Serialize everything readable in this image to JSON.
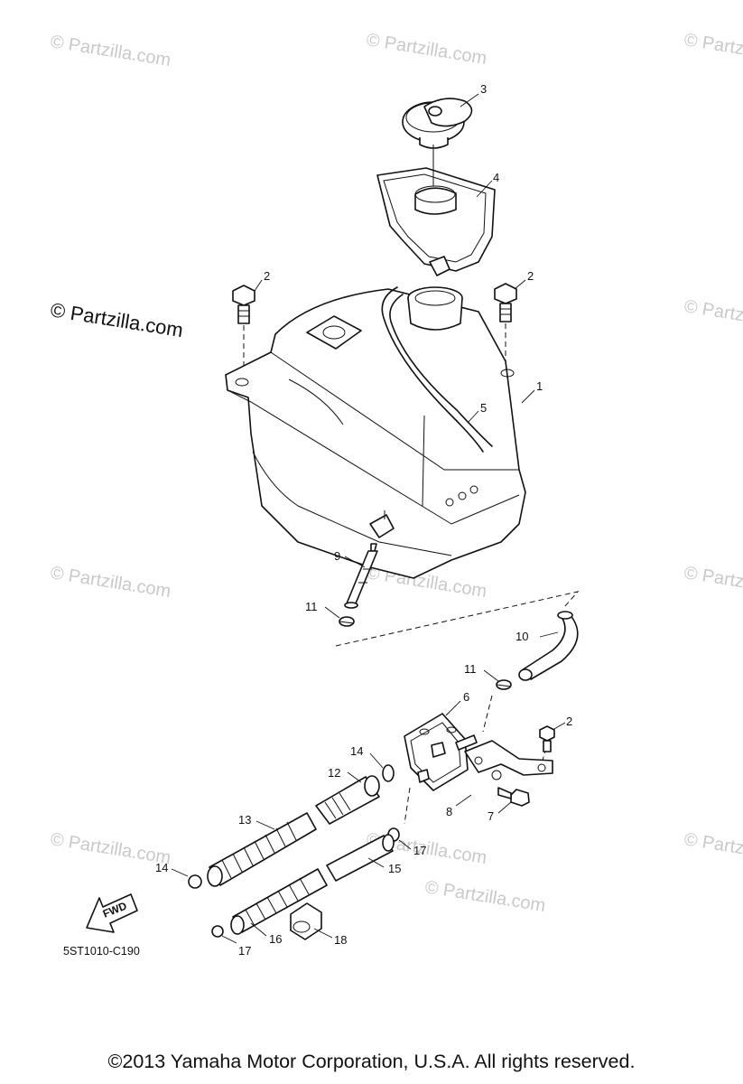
{
  "watermarks": [
    "© Partzilla.com",
    "© Partzilla.com",
    "© Partzilla.com",
    "© Partzilla.com",
    "© Partzilla.com",
    "© Partzilla.com",
    "© Partzilla.com",
    "© Partzilla.com",
    "© Partzilla.com",
    "© Partzilla.com",
    "© Partzilla.com",
    "© Partzilla.com",
    "© Partzilla.com"
  ],
  "callouts": {
    "c1": "1",
    "c2a": "2",
    "c2b": "2",
    "c2c": "2",
    "c3": "3",
    "c4": "4",
    "c5": "5",
    "c6": "6",
    "c7": "7",
    "c8": "8",
    "c9": "9",
    "c10": "10",
    "c11a": "11",
    "c11b": "11",
    "c12": "12",
    "c13": "13",
    "c14a": "14",
    "c14b": "14",
    "c15": "15",
    "c16": "16",
    "c17a": "17",
    "c17b": "17",
    "c18": "18"
  },
  "fwd_label": "FWD",
  "diagram_code": "5ST1010-C190",
  "copyright": "©2013  Yamaha Motor Corporation, U.S.A. All rights reserved."
}
